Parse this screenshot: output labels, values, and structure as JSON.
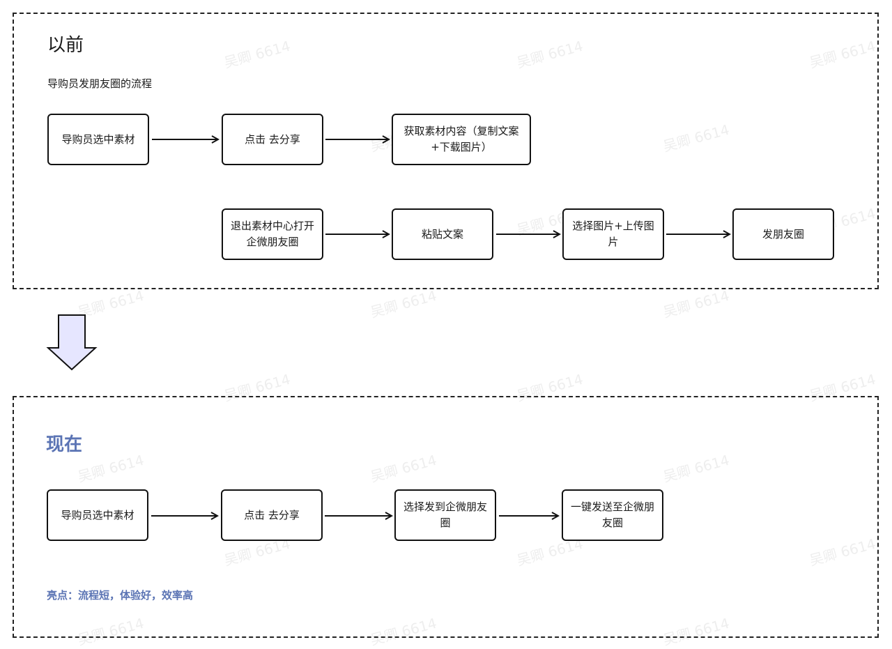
{
  "before": {
    "title": "以前",
    "subtitle": "导购员发朋友圈的流程",
    "steps": [
      "导购员选中素材",
      "点击 去分享",
      "获取素材内容（复制文案+下载图片）",
      "退出素材中心打开企微朋友圈",
      "粘贴文案",
      "选择图片+上传图片",
      "发朋友圈"
    ]
  },
  "after": {
    "title": "现在",
    "steps": [
      "导购员选中素材",
      "点击 去分享",
      "选择发到企微朋友圈",
      "一键发送至企微朋友圈"
    ],
    "highlight": "亮点：流程短，体验好，效率高"
  },
  "watermark": "吴卿 6614",
  "colors": {
    "accent": "#5b74b4",
    "transition_arrow_fill": "#e6e6ff",
    "border": "#111111"
  }
}
